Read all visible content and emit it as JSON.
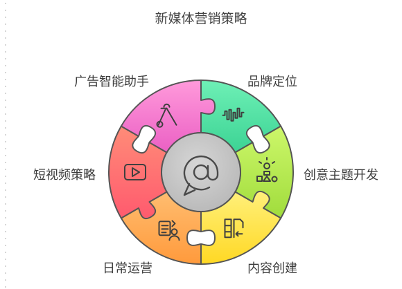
{
  "title": "新媒体营销策略",
  "segments": [
    {
      "label": "品牌定位",
      "icon": "waveform-icon",
      "color": "#55DFA6"
    },
    {
      "label": "创意主题开发",
      "icon": "lightbulb-icon",
      "color": "#B4E85A"
    },
    {
      "label": "内容创建",
      "icon": "document-edit-icon",
      "color": "#FFE44C"
    },
    {
      "label": "日常运营",
      "icon": "checklist-person-icon",
      "color": "#FFA85A"
    },
    {
      "label": "短视频策略",
      "icon": "video-play-icon",
      "color": "#FF6D72"
    },
    {
      "label": "广告智能助手",
      "icon": "ads-logo-icon",
      "color": "#F07ACF"
    }
  ],
  "center": {
    "icon": "at-sign-icon",
    "color": "#C9C9C9"
  }
}
